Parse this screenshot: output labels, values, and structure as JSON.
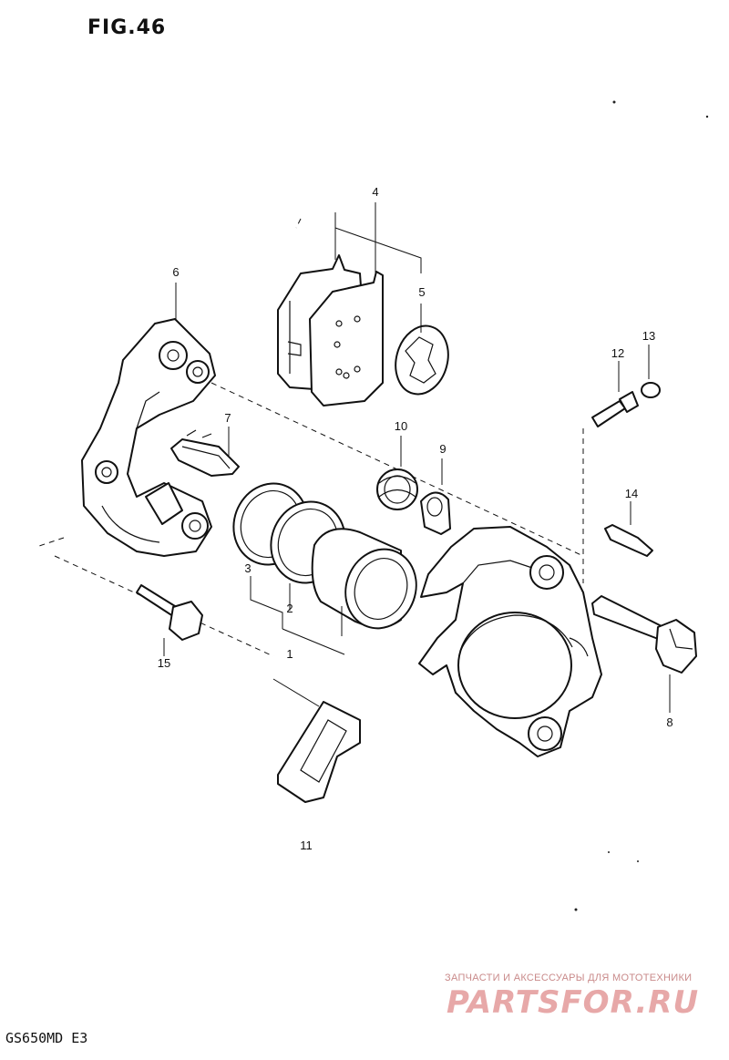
{
  "figure": {
    "title": "FIG.46",
    "model": "GS650MD E3"
  },
  "callouts": [
    {
      "id": "1",
      "label": "1"
    },
    {
      "id": "2",
      "label": "2"
    },
    {
      "id": "3",
      "label": "3"
    },
    {
      "id": "4",
      "label": "4"
    },
    {
      "id": "5",
      "label": "5"
    },
    {
      "id": "6",
      "label": "6"
    },
    {
      "id": "7",
      "label": "7"
    },
    {
      "id": "8",
      "label": "8"
    },
    {
      "id": "9",
      "label": "9"
    },
    {
      "id": "10",
      "label": "10"
    },
    {
      "id": "11",
      "label": "11"
    },
    {
      "id": "12",
      "label": "12"
    },
    {
      "id": "13",
      "label": "13"
    },
    {
      "id": "14",
      "label": "14"
    },
    {
      "id": "15",
      "label": "15"
    }
  ],
  "watermark": {
    "tagline": "ЗАПЧАСТИ И АКСЕССУАРЫ ДЛЯ МОТОТЕХНИКИ",
    "brand": "PARTSFOR.RU"
  }
}
